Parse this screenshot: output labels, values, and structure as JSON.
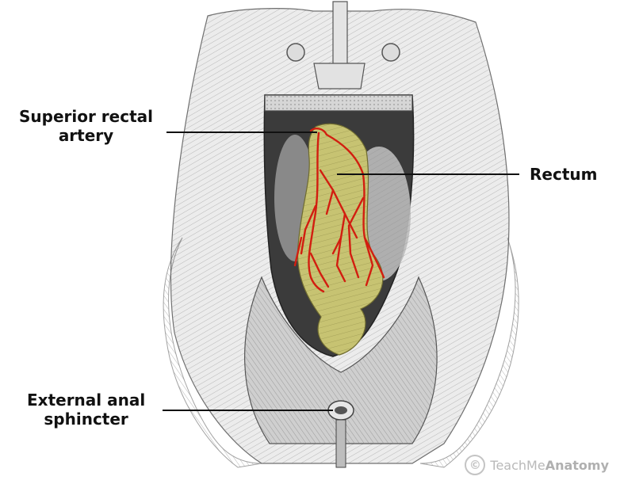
{
  "labels": {
    "superior_rectal_artery": [
      "Superior rectal",
      "artery"
    ],
    "rectum": "Rectum",
    "external_anal_sphincter": [
      "External anal",
      "sphincter"
    ]
  },
  "watermark": {
    "symbol": "©",
    "brand_regular": "TeachMe",
    "brand_bold": "Anatomy"
  },
  "colors": {
    "rectum_fill": "#c7c372",
    "artery": "#d21e10",
    "leader_line": "#111111",
    "engraving": "#9a9a9a"
  },
  "icons": [
    "copyright-icon"
  ]
}
